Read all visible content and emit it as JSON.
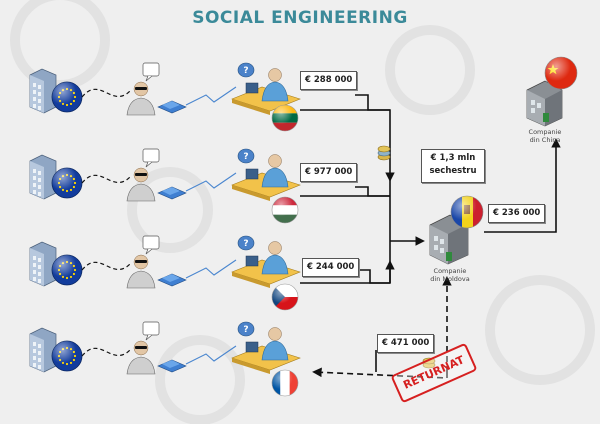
{
  "title": "SOCIAL ENGINEERING",
  "rows": [
    {
      "amount": "€ 288 000",
      "flag": "lithuania"
    },
    {
      "amount": "€ 977 000",
      "flag": "hungary"
    },
    {
      "amount": "€ 244 000",
      "flag": "czech-republic"
    },
    {
      "amount": "€ 471 000",
      "flag": "france",
      "returned": true
    }
  ],
  "seized": {
    "line1": "€ 1,3 mln",
    "line2": "sechestru"
  },
  "moldova_company": {
    "line1": "Companie",
    "line2": "din Moldova"
  },
  "china_company": {
    "line1": "Companie",
    "line2": "din China"
  },
  "china_transfer": "€ 236 000",
  "stamp": "RETURNAT",
  "colors": {
    "title": "#3b8a99",
    "eu_blue": "#123c9c",
    "eu_star": "#ffd700",
    "arrow": "#111111",
    "stamp_red": "#d62020"
  },
  "icons": [
    "building-icon",
    "eu-globe-icon",
    "hacker-icon",
    "phone-icon",
    "employee-desk-icon",
    "speech-bubble-icon",
    "coin-stack-icon",
    "company-building-icon"
  ]
}
